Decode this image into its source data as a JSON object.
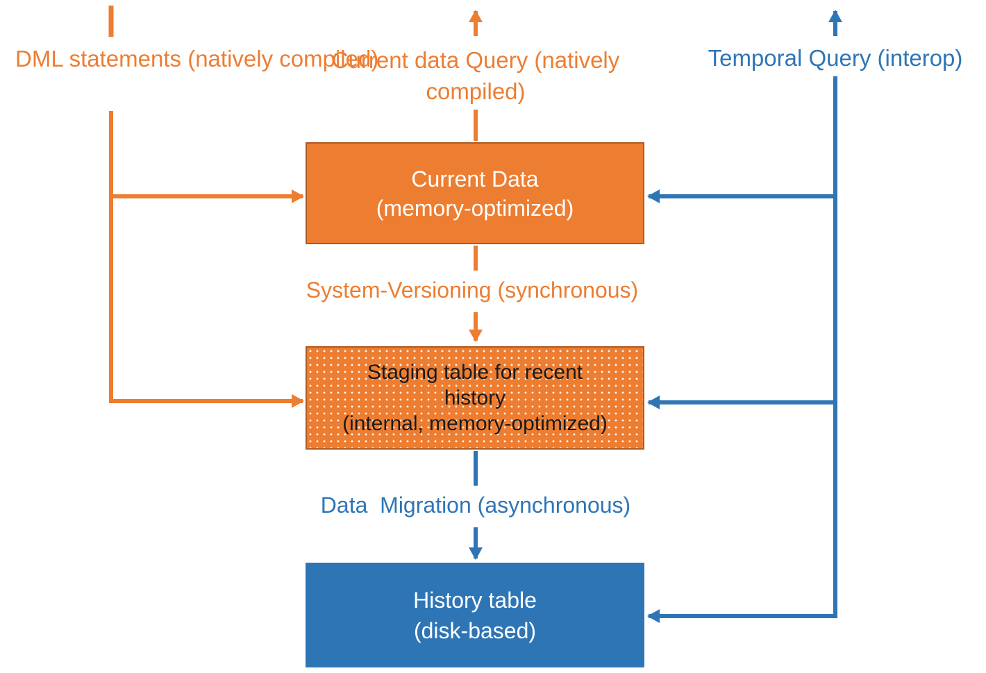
{
  "colors": {
    "orange": "#ED7D31",
    "orange_border": "#AE5A21",
    "blue": "#2E75B6",
    "staging_text": "#1A1A1A"
  },
  "labels": {
    "dml_line1": "DML statements",
    "dml_line2": "(natively compiled)",
    "current_query_line1": "Current data Query",
    "current_query_line2": "(natively compiled)",
    "temporal_query": "Temporal Query (interop)",
    "system_versioning": "System-Versioning (synchronous)",
    "data_migration": "Data  Migration (asynchronous)"
  },
  "nodes": {
    "current_data": {
      "title": "Current Data",
      "subtitle": "(memory-optimized)"
    },
    "staging": {
      "line1": "Staging table for recent",
      "line2": "history",
      "line3": "(internal, memory-optimized)"
    },
    "history": {
      "title": "History table",
      "subtitle": "(disk-based)"
    }
  }
}
